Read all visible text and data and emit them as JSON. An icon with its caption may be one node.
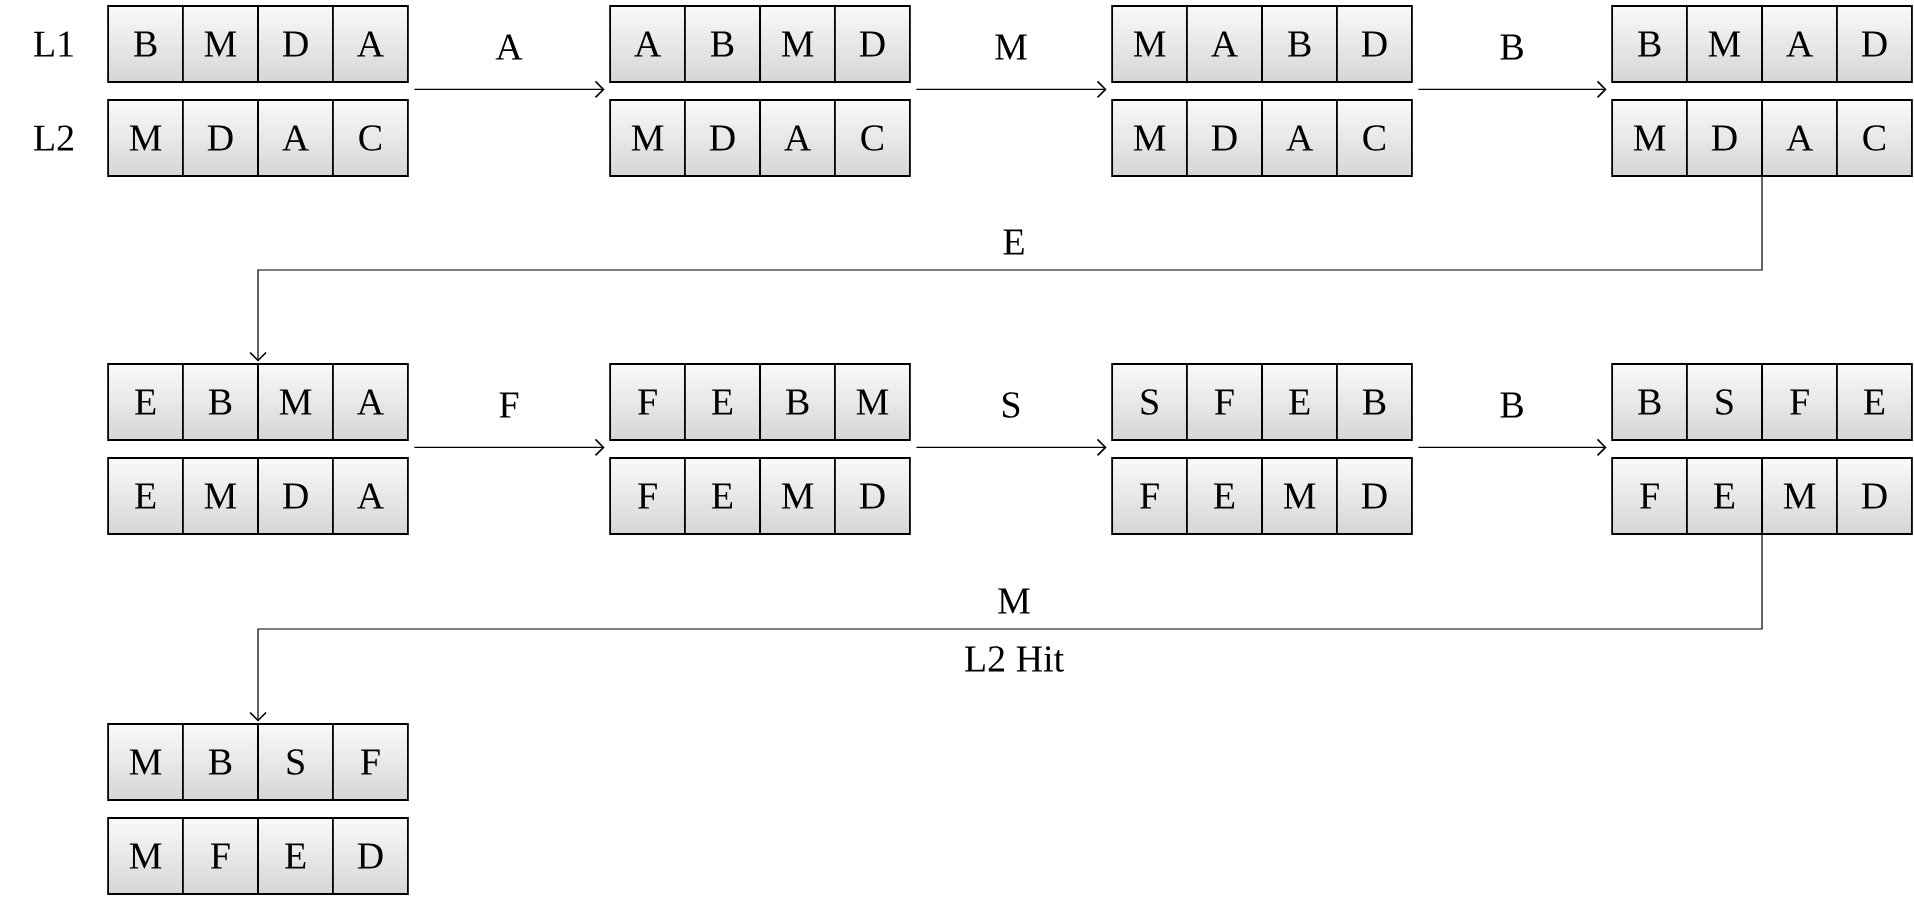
{
  "diagram": {
    "nodes": [
      {
        "text": [
          "B",
          "M",
          "D",
          "A"
        ]
      },
      {
        "text": [
          "M",
          "D",
          "A",
          "C"
        ]
      },
      {
        "text": [
          "A",
          "B",
          "M",
          "D"
        ]
      },
      {
        "text": [
          "M",
          "D",
          "A",
          "C"
        ]
      },
      {
        "text": [
          "M",
          "A",
          "B",
          "D"
        ]
      },
      {
        "text": [
          "M",
          "D",
          "A",
          "C"
        ]
      },
      {
        "text": [
          "B",
          "M",
          "A",
          "D"
        ]
      },
      {
        "text": [
          "M",
          "D",
          "A",
          "C"
        ]
      },
      {
        "text": [
          "E",
          "B",
          "M",
          "A"
        ]
      },
      {
        "text": [
          "E",
          "M",
          "D",
          "A"
        ]
      },
      {
        "text": [
          "F",
          "E",
          "B",
          "M"
        ]
      },
      {
        "text": [
          "F",
          "E",
          "M",
          "D"
        ]
      },
      {
        "text": [
          "S",
          "F",
          "E",
          "B"
        ]
      },
      {
        "text": [
          "F",
          "E",
          "M",
          "D"
        ]
      },
      {
        "text": [
          "B",
          "S",
          "F",
          "E"
        ]
      },
      {
        "text": [
          "F",
          "E",
          "M",
          "D"
        ]
      },
      {
        "text": [
          "M",
          "B",
          "S",
          "F"
        ]
      },
      {
        "text": [
          "M",
          "F",
          "E",
          "D"
        ]
      }
    ],
    "edges": [
      {
        "from": 0,
        "to": 2,
        "arrow": "to",
        "label": "A"
      },
      {
        "from": 2,
        "to": 4,
        "arrow": "to",
        "label": "M"
      },
      {
        "from": 4,
        "to": 6,
        "arrow": "to",
        "label": "B"
      },
      {
        "from": 7,
        "to": 8,
        "arrow": "to",
        "label": "E"
      },
      {
        "from": 8,
        "to": 10,
        "arrow": "to",
        "label": "F"
      },
      {
        "from": 10,
        "to": 12,
        "arrow": "to",
        "label": "S"
      },
      {
        "from": 12,
        "to": 14,
        "arrow": "to",
        "label": "B"
      },
      {
        "from": 15,
        "to": 16,
        "arrow": "to",
        "label": "M"
      }
    ],
    "labels": [
      "L1",
      "L2",
      "L2 Hit"
    ]
  }
}
